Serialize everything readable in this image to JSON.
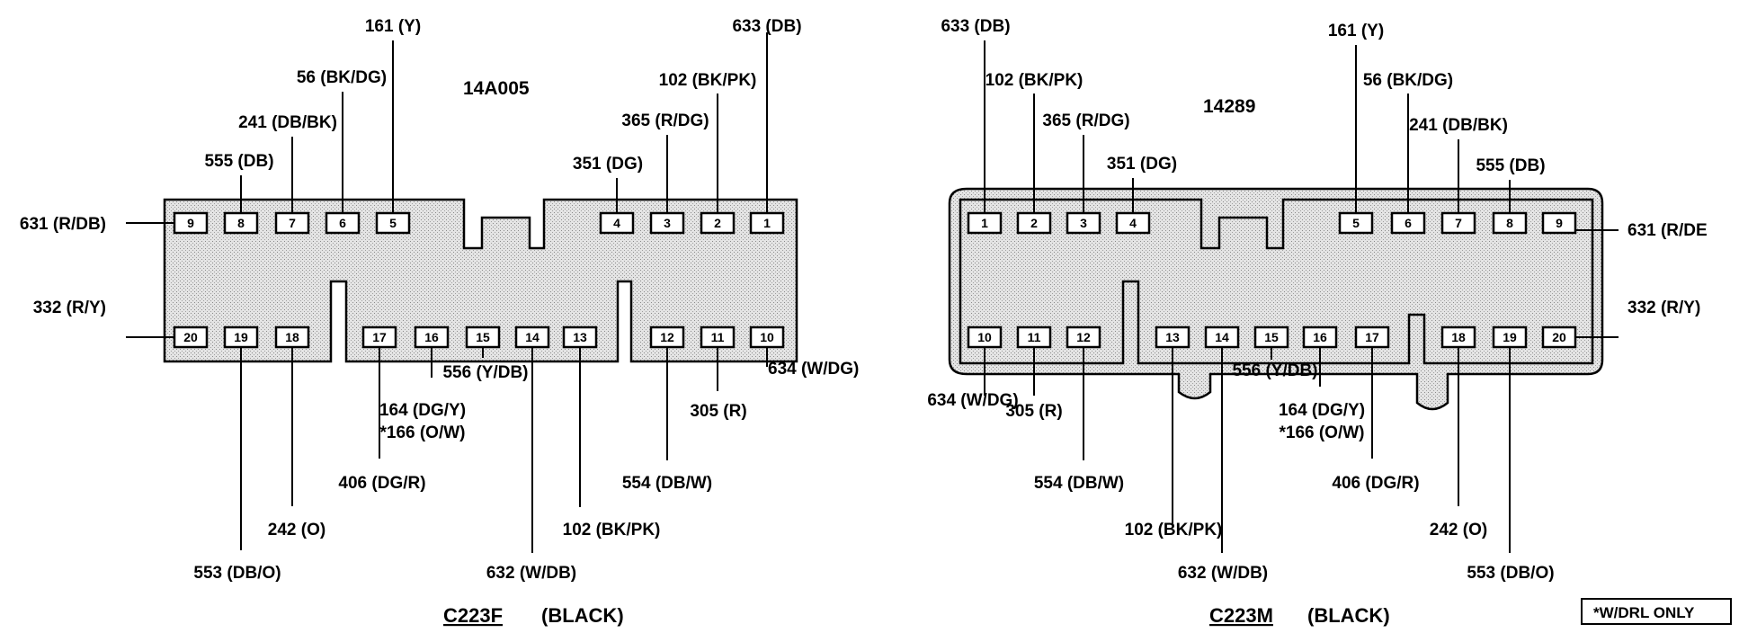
{
  "left_connector": {
    "part_number": "14A005",
    "title_code": "C223F",
    "title_color": "(BLACK)",
    "pins": [
      {
        "pin": "1",
        "label": "633 (DB)"
      },
      {
        "pin": "2",
        "label": "102 (BK/PK)"
      },
      {
        "pin": "3",
        "label": "365 (R/DG)"
      },
      {
        "pin": "4",
        "label": "351 (DG)"
      },
      {
        "pin": "5",
        "label": "161 (Y)"
      },
      {
        "pin": "6",
        "label": "56 (BK/DG)"
      },
      {
        "pin": "7",
        "label": "241 (DB/BK)"
      },
      {
        "pin": "8",
        "label": "555 (DB)"
      },
      {
        "pin": "9",
        "label": "631 (R/DB)"
      },
      {
        "pin": "10",
        "label": "634 (W/DG)"
      },
      {
        "pin": "11",
        "label": "305 (R)"
      },
      {
        "pin": "12",
        "label": "554 (DB/W)"
      },
      {
        "pin": "13",
        "label": "102 (BK/PK)"
      },
      {
        "pin": "14",
        "label": "632 (W/DB)"
      },
      {
        "pin": "15",
        "label": "556 (Y/DB)"
      },
      {
        "pin": "16",
        "label": "164 (DG/Y)",
        "label2": "*166 (O/W)"
      },
      {
        "pin": "17",
        "label": "406 (DG/R)"
      },
      {
        "pin": "18",
        "label": "242 (O)"
      },
      {
        "pin": "19",
        "label": "553 (DB/O)"
      },
      {
        "pin": "20",
        "label": "332 (R/Y)"
      }
    ]
  },
  "right_connector": {
    "part_number": "14289",
    "title_code": "C223M",
    "title_color": "(BLACK)",
    "pins": [
      {
        "pin": "1",
        "label": "633 (DB)"
      },
      {
        "pin": "2",
        "label": "102 (BK/PK)"
      },
      {
        "pin": "3",
        "label": "365 (R/DG)"
      },
      {
        "pin": "4",
        "label": "351 (DG)"
      },
      {
        "pin": "5",
        "label": "161 (Y)"
      },
      {
        "pin": "6",
        "label": "56 (BK/DG)"
      },
      {
        "pin": "7",
        "label": "241 (DB/BK)"
      },
      {
        "pin": "8",
        "label": "555 (DB)"
      },
      {
        "pin": "9",
        "label": "631 (R/DE"
      },
      {
        "pin": "10",
        "label": "634 (W/DG)"
      },
      {
        "pin": "11",
        "label": "305 (R)"
      },
      {
        "pin": "12",
        "label": "554 (DB/W)"
      },
      {
        "pin": "13",
        "label": "102 (BK/PK)"
      },
      {
        "pin": "14",
        "label": "632 (W/DB)"
      },
      {
        "pin": "15",
        "label": "556 (Y/DB)"
      },
      {
        "pin": "16",
        "label": "164 (DG/Y)",
        "label2": "*166 (O/W)"
      },
      {
        "pin": "17",
        "label": "406 (DG/R)"
      },
      {
        "pin": "18",
        "label": "242 (O)"
      },
      {
        "pin": "19",
        "label": "553 (DB/O)"
      },
      {
        "pin": "20",
        "label": "332 (R/Y)"
      }
    ]
  },
  "footnote": "*W/DRL ONLY"
}
